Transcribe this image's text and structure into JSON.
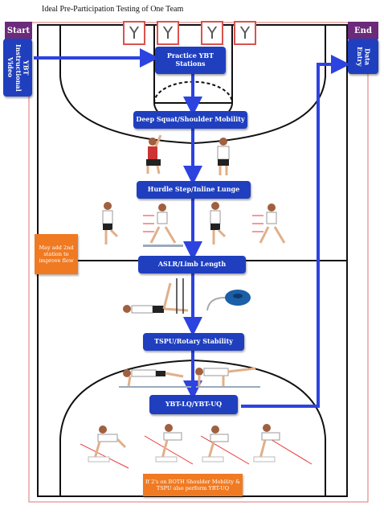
{
  "title": "Ideal Pre-Participation Testing of One Team",
  "start_label": "Start",
  "end_label": "End",
  "video_label": "YBT Instructional Video",
  "data_entry_label": "Data Entry",
  "y_marks": [
    "Y",
    "Y",
    "Y",
    "Y"
  ],
  "stations": [
    "Practice YBT Stations",
    "Deep Squat/Shoulder Mobility",
    "Hurdle Step/Inline Lunge",
    "ASLR/Limb Length",
    "TSPU/Rotary Stability",
    "YBT-LQ/YBT-UQ"
  ],
  "note_left": "May add 2nd station to improve flow",
  "note_bottom": "If 2's on BOTH Shoulder Mobility & TSPU also perform YBT-UQ",
  "colors": {
    "purple": "#6b2a7a",
    "blue": "#1f3fbf",
    "orange": "#f07a22",
    "red_box": "#d9534f"
  }
}
